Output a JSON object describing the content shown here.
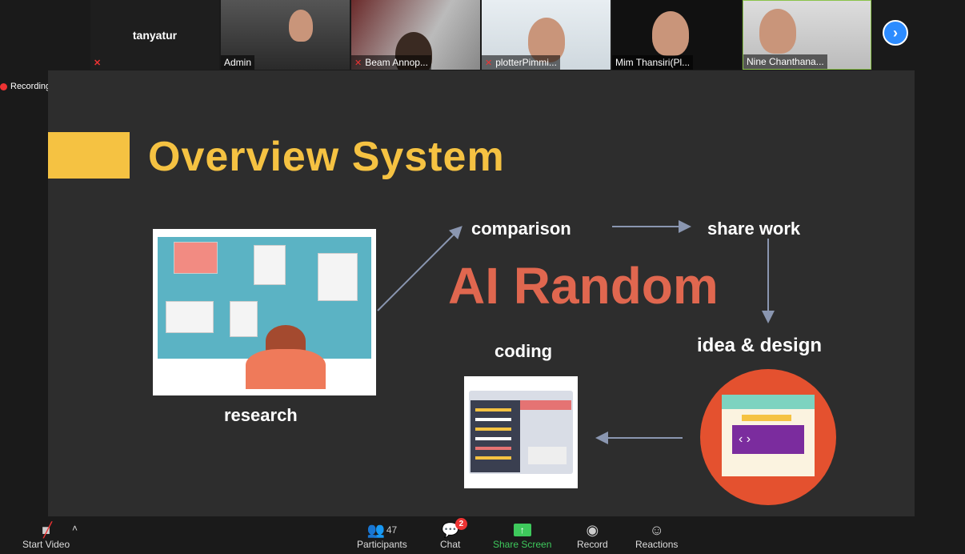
{
  "participants": [
    {
      "name": "tanyatur",
      "muted": true
    },
    {
      "name": "Admin",
      "muted": false
    },
    {
      "name": "Beam Annop...",
      "muted": true
    },
    {
      "name": "plotterPimmi...",
      "muted": true
    },
    {
      "name": "Mim Thansiri(Pl...",
      "muted": false
    },
    {
      "name": "Nine Chanthana...",
      "muted": false
    }
  ],
  "recording": "Recording",
  "slide": {
    "title": "Overview System",
    "center": "AI Random",
    "steps": {
      "research": "research",
      "comparison": "comparison",
      "share": "share work",
      "idea": "idea & design",
      "coding": "coding"
    }
  },
  "toolbar": {
    "start_video": "Start Video",
    "participants": "Participants",
    "participant_count": "47",
    "chat": "Chat",
    "chat_badge": "2",
    "share": "Share Screen",
    "record": "Record",
    "reactions": "Reactions"
  },
  "colors": {
    "accent": "#f5c242",
    "ai": "#e0674f",
    "share": "#3ec95c"
  }
}
